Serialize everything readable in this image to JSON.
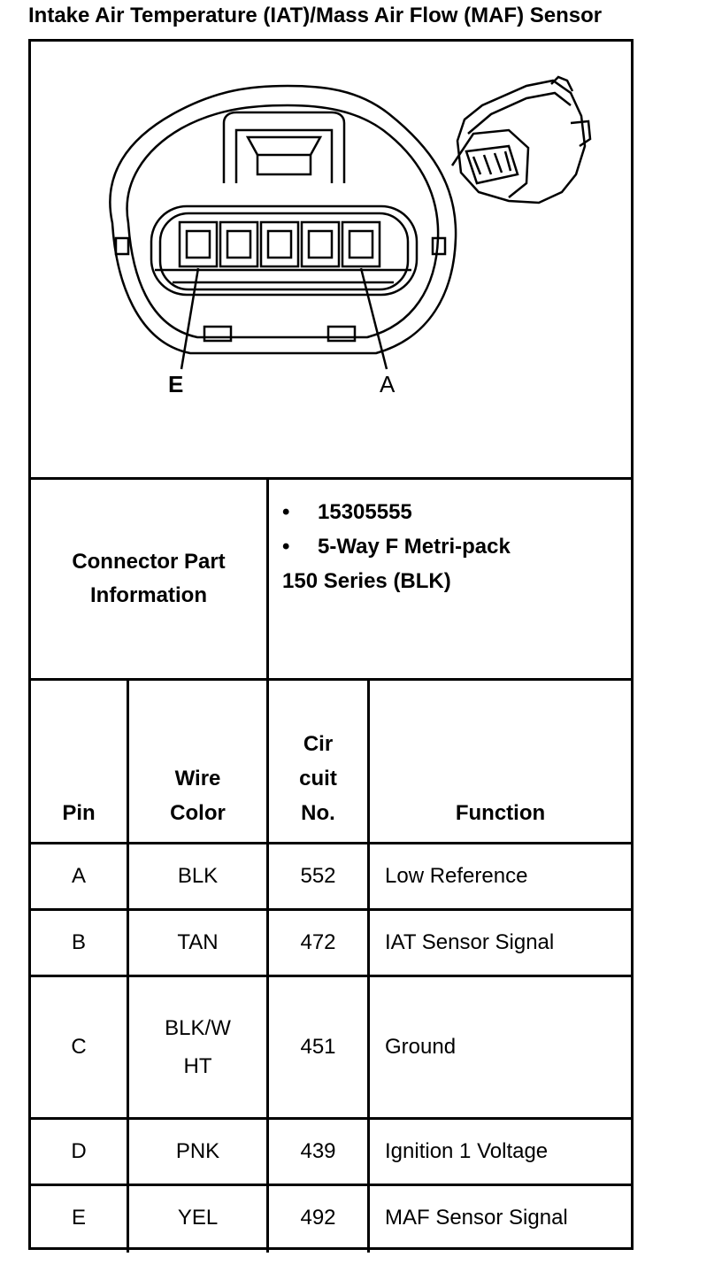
{
  "title": "Intake Air Temperature (IAT)/Mass Air Flow (MAF) Sensor",
  "diagram": {
    "pin_label_left": "E",
    "pin_label_right": "A"
  },
  "connector_info": {
    "label_line1": "Connector Part",
    "label_line2": "Information",
    "bullet_symbol": "•",
    "part_number": "15305555",
    "description_line1": "5-Way F Metri-pack",
    "description_line2": "150 Series (BLK)"
  },
  "table": {
    "headers": {
      "pin": "Pin",
      "wire_color_line1": "Wire",
      "wire_color_line2": "Color",
      "circuit_line1": "Cir",
      "circuit_line2": "cuit",
      "circuit_line3": "No.",
      "function": "Function"
    },
    "rows": [
      {
        "pin": "A",
        "wire_line1": "BLK",
        "wire_line2": "",
        "circuit": "552",
        "function": "Low Reference"
      },
      {
        "pin": "B",
        "wire_line1": "TAN",
        "wire_line2": "",
        "circuit": "472",
        "function": "IAT Sensor Signal"
      },
      {
        "pin": "C",
        "wire_line1": "BLK/W",
        "wire_line2": "HT",
        "circuit": "451",
        "function": "Ground"
      },
      {
        "pin": "D",
        "wire_line1": "PNK",
        "wire_line2": "",
        "circuit": "439",
        "function": "Ignition 1 Voltage"
      },
      {
        "pin": "E",
        "wire_line1": "YEL",
        "wire_line2": "",
        "circuit": "492",
        "function": "MAF Sensor Signal"
      }
    ]
  }
}
